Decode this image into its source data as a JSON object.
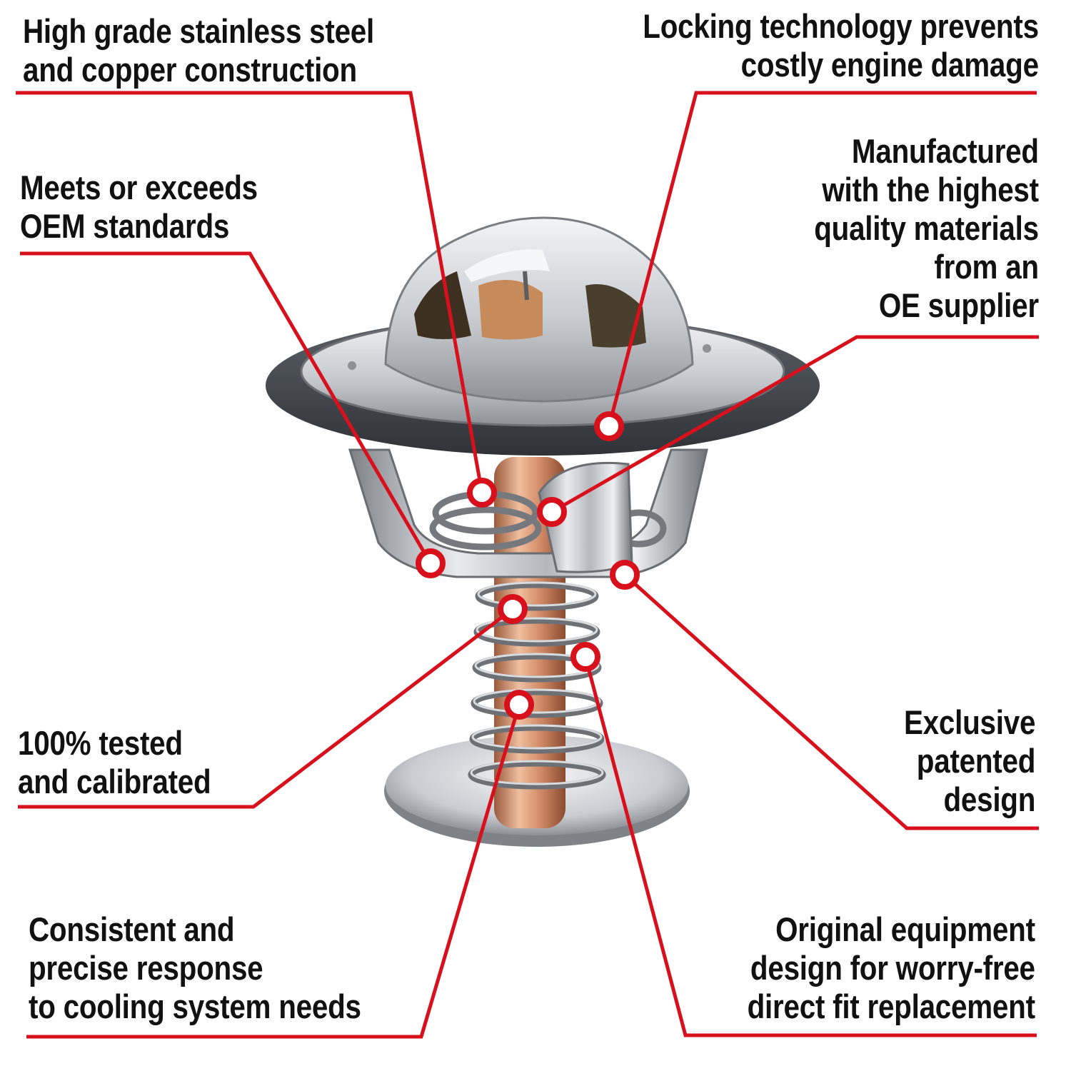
{
  "accent_color": "#d8101c",
  "callouts": [
    {
      "id": "steel-copper",
      "lines": [
        "High grade stainless steel",
        "and copper construction"
      ]
    },
    {
      "id": "locking-tech",
      "lines": [
        "Locking technology prevents",
        "costly engine damage"
      ]
    },
    {
      "id": "oem-standards",
      "lines": [
        "Meets or exceeds",
        "OEM standards"
      ]
    },
    {
      "id": "quality-materials",
      "lines": [
        "Manufactured",
        "with the highest",
        "quality materials",
        "from an",
        "OE supplier"
      ]
    },
    {
      "id": "tested-calibrated",
      "lines": [
        "100% tested",
        "and calibrated"
      ]
    },
    {
      "id": "patented-design",
      "lines": [
        "Exclusive",
        "patented",
        "design"
      ]
    },
    {
      "id": "precise-response",
      "lines": [
        "Consistent and",
        "precise response",
        "to cooling system needs"
      ]
    },
    {
      "id": "direct-fit",
      "lines": [
        "Original equipment",
        "design for worry-free",
        "direct fit replacement"
      ]
    }
  ]
}
